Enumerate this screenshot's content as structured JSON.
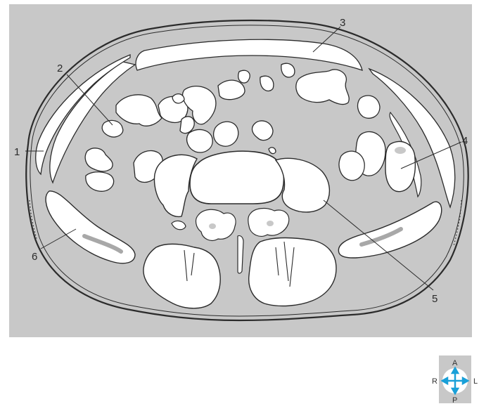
{
  "figure": {
    "type": "axial cross-section diagram",
    "colors": {
      "panel": "#c8c8c8",
      "organ": "#ffffff",
      "outline": "#2b2b2b",
      "accent": "#1aa0d8"
    }
  },
  "callouts": [
    {
      "id": "1",
      "label": "1"
    },
    {
      "id": "2",
      "label": "2"
    },
    {
      "id": "3",
      "label": "3"
    },
    {
      "id": "4",
      "label": "4"
    },
    {
      "id": "5",
      "label": "5"
    },
    {
      "id": "6",
      "label": "6"
    }
  ],
  "orientation": {
    "anterior": "A",
    "posterior": "P",
    "right": "R",
    "left": "L"
  }
}
